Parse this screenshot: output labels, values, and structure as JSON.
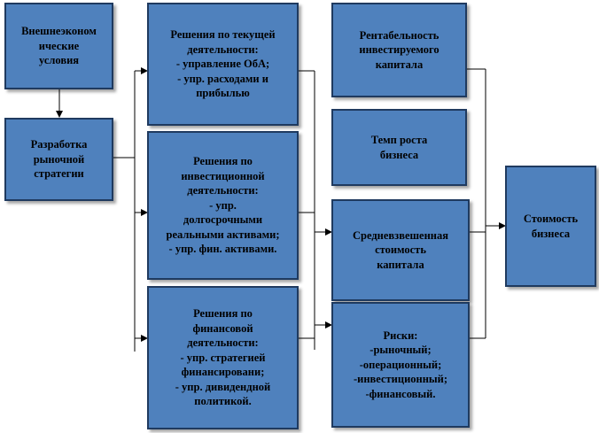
{
  "boxes": {
    "external": {
      "lines": [
        "Внешнеэконом",
        "ические",
        "условия"
      ]
    },
    "strategy": {
      "lines": [
        "Разработка",
        "рыночной",
        "стратегии"
      ]
    },
    "operating": {
      "lines": [
        "Решения по текущей",
        "деятельности:",
        "- управление ОбА;",
        "- упр. расходами и",
        "прибылью"
      ]
    },
    "investing": {
      "lines": [
        "Решения по",
        "инвестиционной",
        "деятельности:",
        "- упр.",
        "долгосрочными",
        "реальными активами;",
        "- упр. фин. активами."
      ]
    },
    "financing": {
      "lines": [
        "Решения по",
        "финансовой",
        "деятельности:",
        "- упр. стратегией",
        "финансировани;",
        "- упр. дивидендной",
        "политикой."
      ]
    },
    "roi": {
      "lines": [
        "Рентабельность",
        "инвестируемого",
        "капитала"
      ]
    },
    "growth": {
      "lines": [
        "Темп роста",
        "бизнеса"
      ]
    },
    "wacc": {
      "lines": [
        "Средневзвешенная",
        "стоимость",
        "капитала"
      ]
    },
    "risks": {
      "lines": [
        "Риски:",
        "-рыночный;",
        "-операционный;",
        "-инвестиционный;",
        "-финансовый."
      ]
    },
    "value": {
      "lines": [
        "Стоимость",
        "бизнеса"
      ]
    }
  }
}
